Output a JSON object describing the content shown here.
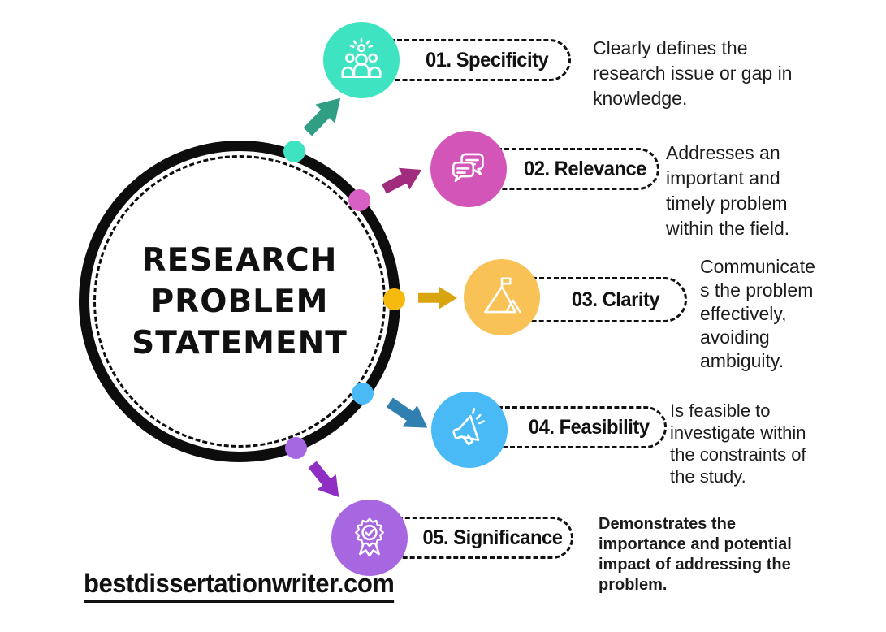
{
  "title": "RESEARCH\nPROBLEM\nSTATEMENT",
  "website": "bestdissertationwriter.com",
  "items": [
    {
      "label": "01. Specificity",
      "description": "Clearly defines the\nresearch issue or gap in\nknowledge.",
      "icon": "team-icon",
      "circle_color": "#3EE3C1",
      "arrow_color": "#2F9E83",
      "dot_color": "#3EE3C1"
    },
    {
      "label": "02. Relevance",
      "description": "Addresses an\nimportant and\ntimely problem\nwithin the field.",
      "icon": "chat-bubbles-icon",
      "circle_color": "#D455B8",
      "arrow_color": "#A12C7E",
      "dot_color": "#D85FC4"
    },
    {
      "label": "03. Clarity",
      "description": "Communicate\ns the problem\neffectively,\navoiding\nambiguity.",
      "icon": "mountain-flag-icon",
      "circle_color": "#F9C257",
      "arrow_color": "#D8A511",
      "dot_color": "#F6B90E"
    },
    {
      "label": "04. Feasibility",
      "description": "Is feasible to\ninvestigate within\nthe constraints of\nthe study.",
      "icon": "megaphone-icon",
      "circle_color": "#49BAF6",
      "arrow_color": "#2F7FB0",
      "dot_color": "#49BAF6"
    },
    {
      "label": "05. Significance",
      "description": "Demonstrates the\nimportance and potential\nimpact of addressing the\nproblem.",
      "icon": "award-badge-icon",
      "circle_color": "#A767E0",
      "arrow_color": "#8E2EC2",
      "dot_color": "#A767E0"
    }
  ],
  "colors": {
    "outline": "#0D0D0D",
    "text": "#1C1C1C",
    "background": "#FFFFFF"
  }
}
